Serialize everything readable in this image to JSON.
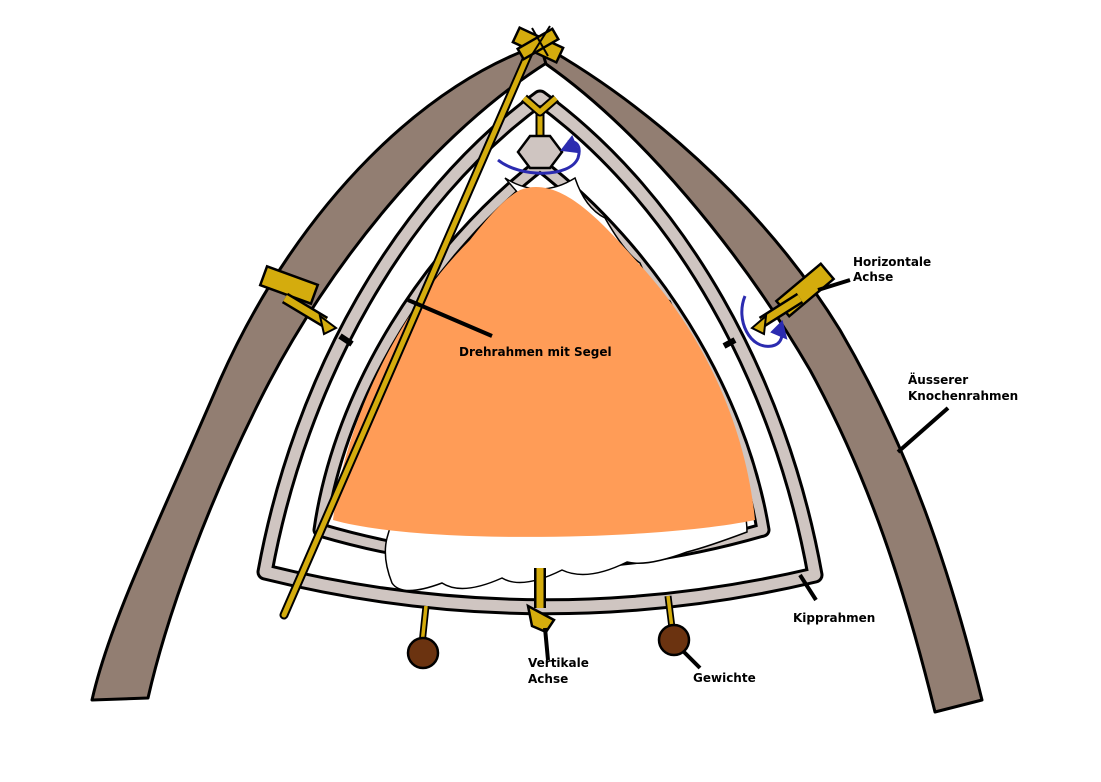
{
  "labels": {
    "horizontal_axis": [
      "Horizontale",
      "Achse"
    ],
    "outer_frame": [
      "Äusserer",
      "Knochenrahmen"
    ],
    "rotating_frame": "Drehrahmen mit Segel",
    "tilt_frame": "Kipprahmen",
    "vertical_axis": [
      "Vertikale",
      "Achse"
    ],
    "weights": "Gewichte"
  },
  "colors": {
    "bone": "#927E72",
    "frame": "#CFC5C1",
    "sail": "#FF9C57",
    "cord": "#D4AC0D",
    "weight": "#6B3310",
    "rotation_arrow": "#2B2BB0",
    "outline": "#000000"
  }
}
